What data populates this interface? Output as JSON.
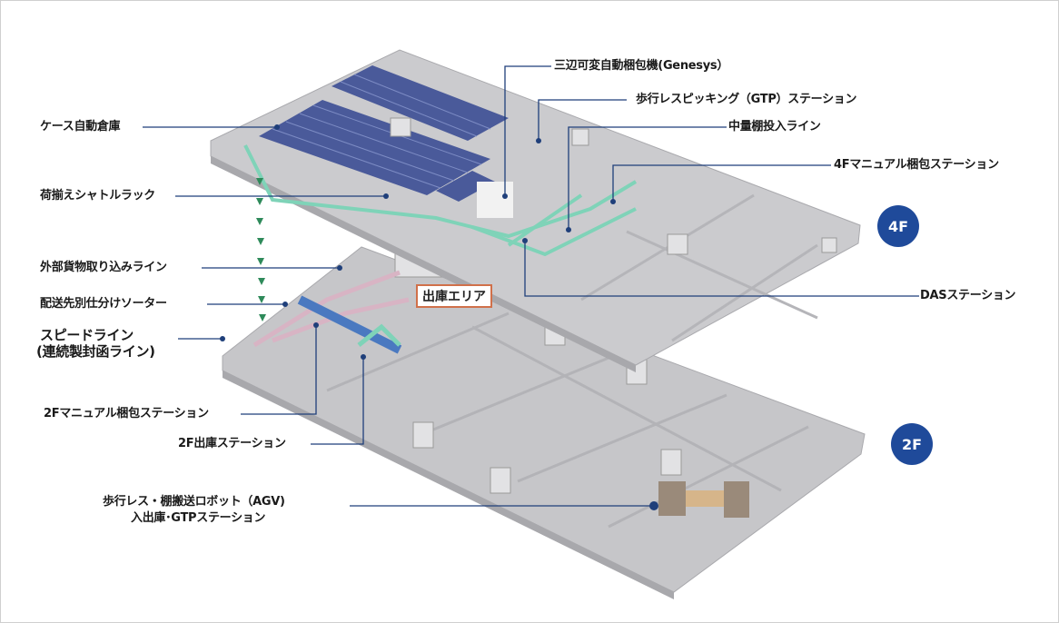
{
  "floors": {
    "upper": "4F",
    "lower": "2F"
  },
  "area_label": "出庫エリア",
  "labels_left": [
    "ケース自動倉庫",
    "荷揃えシャトルラック",
    "外部貨物取り込みライン",
    "配送先別仕分けソーター",
    "スピードライン",
    "(連続製封函ライン)",
    "2Fマニュアル梱包ステーション",
    "2F出庫ステーション",
    "歩行レス・棚搬送ロボット（AGV)",
    "入出庫･GTPステーション"
  ],
  "labels_right": [
    "三辺可変自動梱包機(Genesys）",
    "歩行レスピッキング（GTP）ステーション",
    "中量棚投入ライン",
    "4Fマニュアル梱包ステーション",
    "DASステーション"
  ],
  "colors": {
    "badge": "#1f4a9a",
    "leader": "#1f3f7a",
    "floor": "#c9c9cc",
    "rack": "#4a5a9a",
    "conveyor": "#7fd3b8",
    "area_border": "#d0704a",
    "arrow": "#2e8a5a"
  }
}
